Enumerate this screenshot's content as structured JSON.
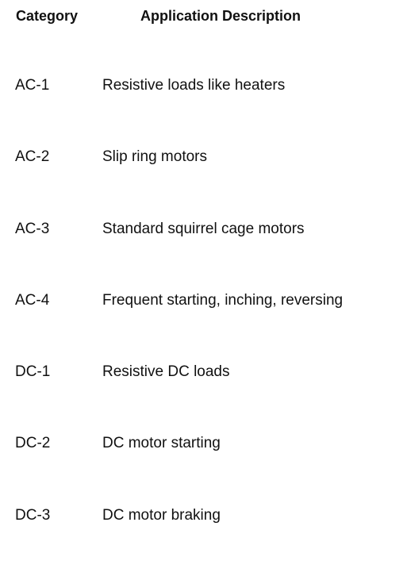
{
  "table": {
    "headers": {
      "category": "Category",
      "description": "Application Description"
    },
    "rows": [
      {
        "category": "AC-1",
        "description": "Resistive loads like heaters"
      },
      {
        "category": "AC-2",
        "description": "Slip ring motors"
      },
      {
        "category": "AC-3",
        "description": "Standard squirrel cage motors"
      },
      {
        "category": "AC-4",
        "description": "Frequent starting, inching, reversing"
      },
      {
        "category": "DC-1",
        "description": "Resistive DC loads"
      },
      {
        "category": "DC-2",
        "description": "DC motor starting"
      },
      {
        "category": "DC-3",
        "description": "DC motor braking"
      }
    ]
  }
}
